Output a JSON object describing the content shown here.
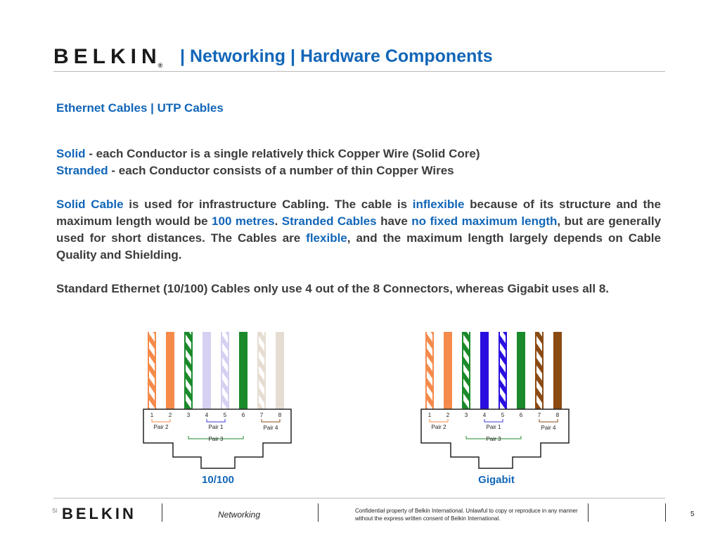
{
  "header": {
    "logo": "BELKIN",
    "logo_mark": "®",
    "title": "| Networking | Hardware Components"
  },
  "subtitle": "Ethernet Cables | UTP Cables",
  "definitions": {
    "solid_term": "Solid",
    "solid_desc": " - each Conductor is a single relatively thick Copper Wire (Solid Core)",
    "stranded_term": "Stranded",
    "stranded_desc": " - each Conductor consists of a number of thin Copper Wires"
  },
  "paragraph1": {
    "p1": "Solid Cable",
    "p2": " is used for infrastructure Cabling.  The cable is ",
    "p3": "inflexible",
    "p4": " because of its structure and the maximum length would be ",
    "p5": "100 metres",
    "p6": ". ",
    "p7": "Stranded Cables",
    "p8": " have ",
    "p9": "no fixed maximum length",
    "p10": ", but are generally used for short distances. The Cables are ",
    "p11": "flexible",
    "p12": ", and the maximum length largely depends on Cable Quality and Shielding."
  },
  "paragraph2": "Standard Ethernet (10/100) Cables only use 4 out of the 8 Connectors, whereas Gigabit uses all 8.",
  "diagrams": [
    {
      "caption": "10/100",
      "pins": [
        "1",
        "2",
        "3",
        "4",
        "5",
        "6",
        "7",
        "8"
      ],
      "pairs": [
        "Pair 2",
        "Pair 1",
        "Pair 4",
        "Pair 3"
      ],
      "wires": [
        {
          "color": "#f58a4a",
          "striped": true
        },
        {
          "color": "#f58a4a",
          "striped": false
        },
        {
          "color": "#1a8a2a",
          "striped": true
        },
        {
          "color": "#d6d0f2",
          "striped": false
        },
        {
          "color": "#d6d0f2",
          "striped": true
        },
        {
          "color": "#1a8a2a",
          "striped": false
        },
        {
          "color": "#e6ddd2",
          "striped": true
        },
        {
          "color": "#e6ddd2",
          "striped": false
        }
      ]
    },
    {
      "caption": "Gigabit",
      "pins": [
        "1",
        "2",
        "3",
        "4",
        "5",
        "6",
        "7",
        "8"
      ],
      "pairs": [
        "Pair 2",
        "Pair 1",
        "Pair 4",
        "Pair 3"
      ],
      "wires": [
        {
          "color": "#f58a4a",
          "striped": true
        },
        {
          "color": "#f58a4a",
          "striped": false
        },
        {
          "color": "#1a8a2a",
          "striped": true
        },
        {
          "color": "#2a10e0",
          "striped": false
        },
        {
          "color": "#2a10e0",
          "striped": true
        },
        {
          "color": "#1a8a2a",
          "striped": false
        },
        {
          "color": "#8a4a12",
          "striped": true
        },
        {
          "color": "#8a4a12",
          "striped": false
        }
      ]
    }
  ],
  "footer": {
    "small": "Sl",
    "logo": "BELKIN",
    "section": "Networking",
    "confidential": "Confidential property of Belkin International. Unlawful to copy or reproduce in any manner without the express written consent of Belkin International.",
    "page": "5"
  },
  "colors": {
    "accent": "#1266b8",
    "body_text": "#3c3c3c",
    "rule": "#b9b9b9"
  }
}
